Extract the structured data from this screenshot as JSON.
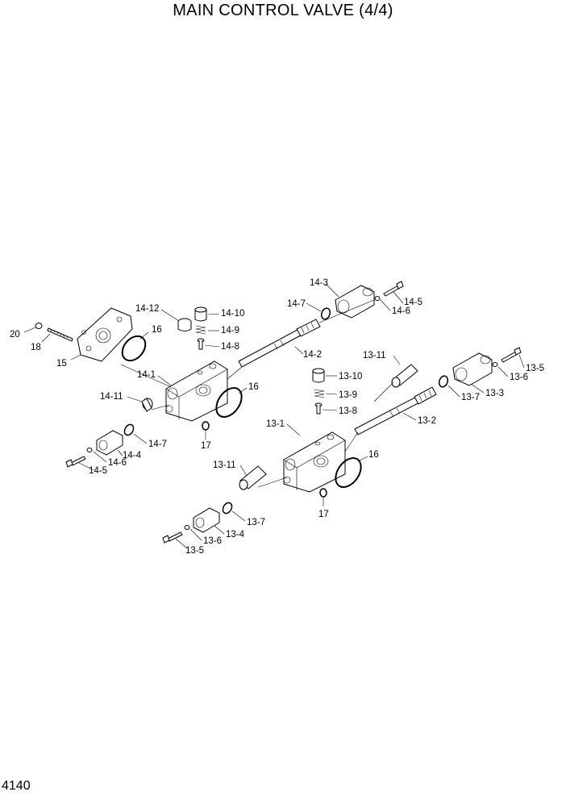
{
  "title": "MAIN CONTROL VALVE (4/4)",
  "page_number": "4140",
  "labels": {
    "l20": "20",
    "l18": "18",
    "l15": "15",
    "l16a": "16",
    "l14_12": "14-12",
    "l14_10": "14-10",
    "l14_9": "14-9",
    "l14_8": "14-8",
    "l14_1": "14-1",
    "l14_11": "14-11",
    "l14_7a": "14-7",
    "l14_4": "14-4",
    "l14_6a": "14-6",
    "l14_5a": "14-5",
    "l17a": "17",
    "l16b": "16",
    "l14_2": "14-2",
    "l14_3": "14-3",
    "l14_7b": "14-7",
    "l14_5b": "14-5",
    "l14_6b": "14-6",
    "l13_11a": "13-11",
    "l13_10": "13-10",
    "l13_9": "13-9",
    "l13_8": "13-8",
    "l13_1": "13-1",
    "l13_2": "13-2",
    "l13_7a": "13-7",
    "l13_3": "13-3",
    "l13_6a": "13-6",
    "l13_5a": "13-5",
    "l16c": "16",
    "l17b": "17",
    "l13_11b": "13-11",
    "l13_7b": "13-7",
    "l13_4": "13-4",
    "l13_6b": "13-6",
    "l13_5b": "13-5"
  }
}
